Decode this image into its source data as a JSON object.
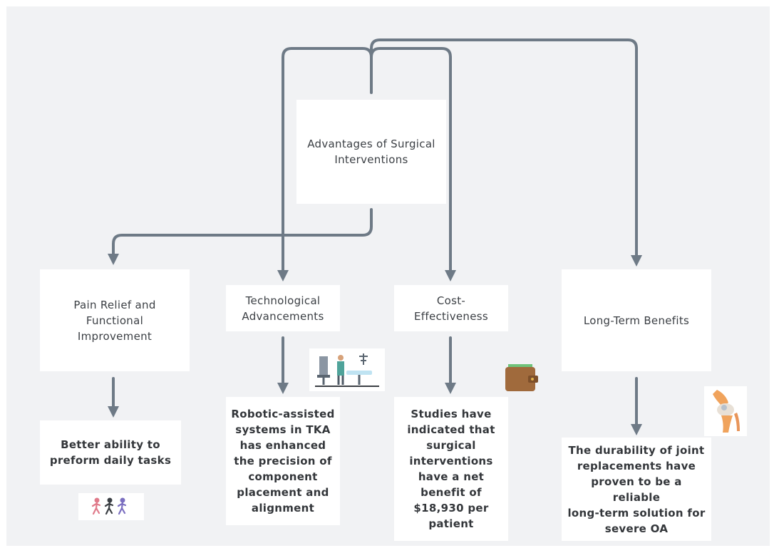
{
  "diagram": {
    "root": "Advantages of Surgical\nInterventions",
    "branches": [
      {
        "title": "Pain Relief and\nFunctional\nImprovement",
        "detail": "Better ability to\npreform daily tasks",
        "image_icon": "runners-icon"
      },
      {
        "title": "Technological\nAdvancements",
        "detail": "Robotic-assisted\nsystems in TKA\nhas enhanced\nthe precision of\ncomponent\nplacement and\nalignment",
        "image_icon": "robotic-surgery-icon"
      },
      {
        "title": "Cost-\nEffectiveness",
        "detail": "Studies have\nindicated that\nsurgical\ninterventions\nhave a net\nbenefit of\n$18,930 per\npatient",
        "image_icon": "wallet-icon"
      },
      {
        "title": "Long-Term Benefits",
        "detail": "The durability of joint\nreplacements have\nproven to be a reliable\nlong-term solution for\nsevere OA",
        "image_icon": "knee-joint-icon"
      }
    ],
    "colors": {
      "background": "#f1f2f4",
      "box": "#ffffff",
      "connector": "#6e7a86",
      "text": "#3b3f44"
    }
  }
}
